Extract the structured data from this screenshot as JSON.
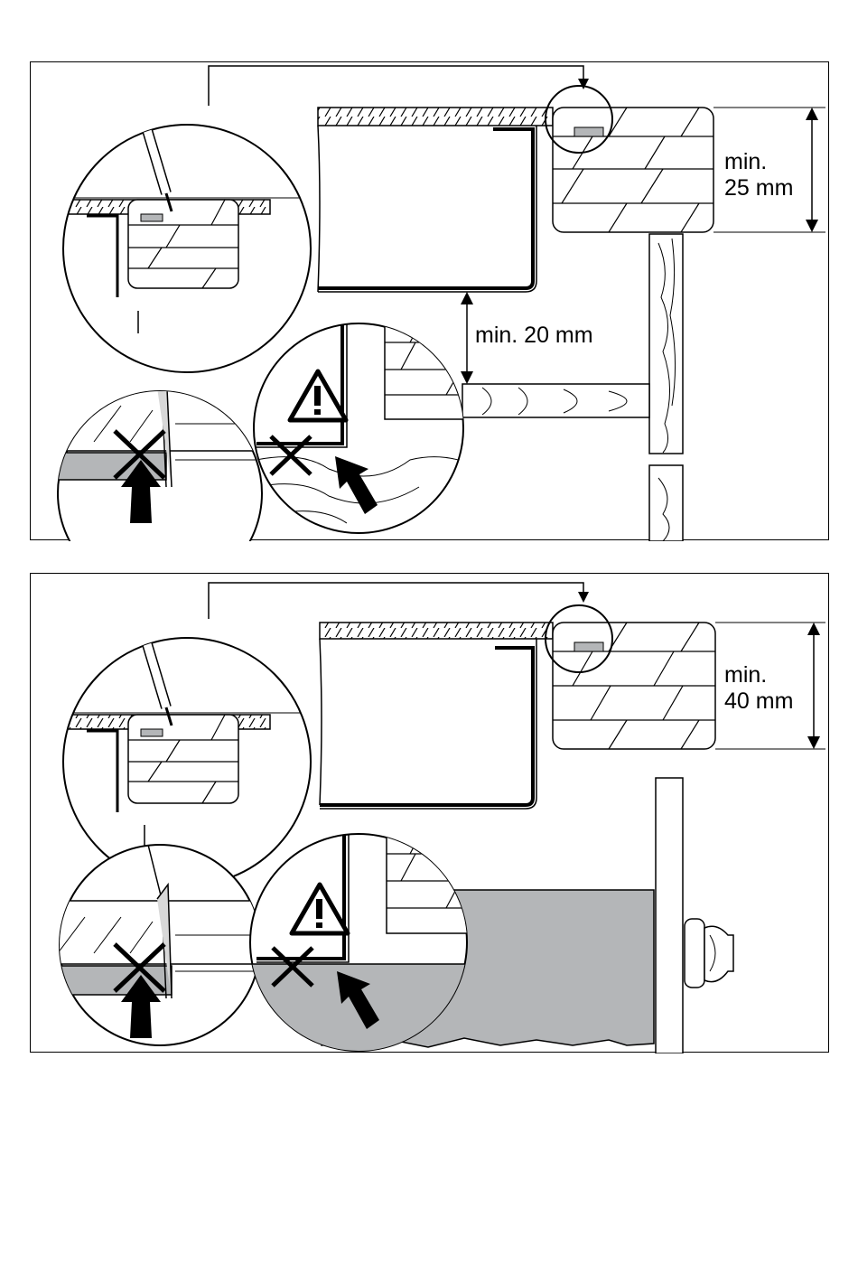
{
  "panels": [
    {
      "id": "top",
      "dimension_labels": {
        "countertop_thickness": {
          "line1": "min.",
          "line2": "25 mm"
        },
        "gap_below": {
          "text": "min. 20 mm"
        }
      }
    },
    {
      "id": "bottom",
      "dimension_labels": {
        "countertop_thickness": {
          "line1": "min.",
          "line2": "40 mm"
        }
      }
    }
  ],
  "colors": {
    "line": "#000000",
    "sealant_gray": "#b4b6b8",
    "background": "#ffffff"
  },
  "icons": [
    "caulking-gun-icon",
    "warning-triangle-icon",
    "cross-mark-icon",
    "arrow-icon"
  ]
}
